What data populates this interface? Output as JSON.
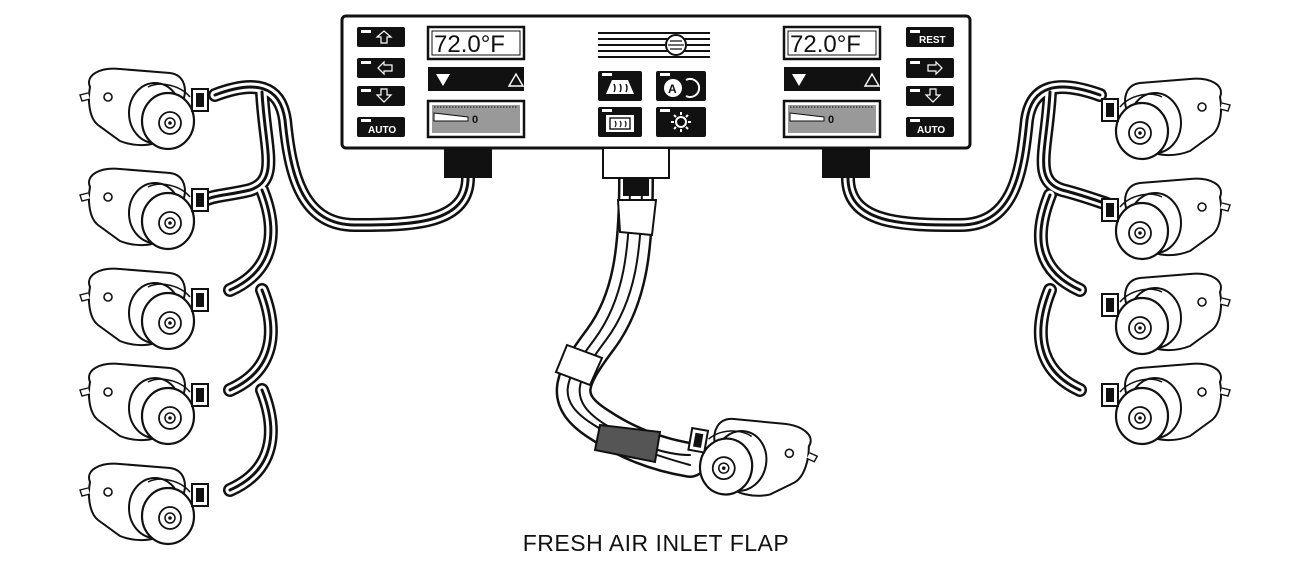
{
  "panel": {
    "left_display": "72.0°F",
    "right_display": "72.0°F",
    "left_buttons": [
      "",
      "",
      "",
      "AUTO"
    ],
    "right_buttons": [
      "REST",
      "",
      "",
      "AUTO"
    ],
    "left_scale_value": "0",
    "right_scale_value": "0",
    "center_icons": [
      "windshield-defrost-icon",
      "recirculation-icon",
      "rear-defrost-icon",
      "fan-icon"
    ]
  },
  "caption": "FRESH AIR INLET FLAP",
  "colors": {
    "ink": "#111111",
    "paper": "#ffffff"
  }
}
